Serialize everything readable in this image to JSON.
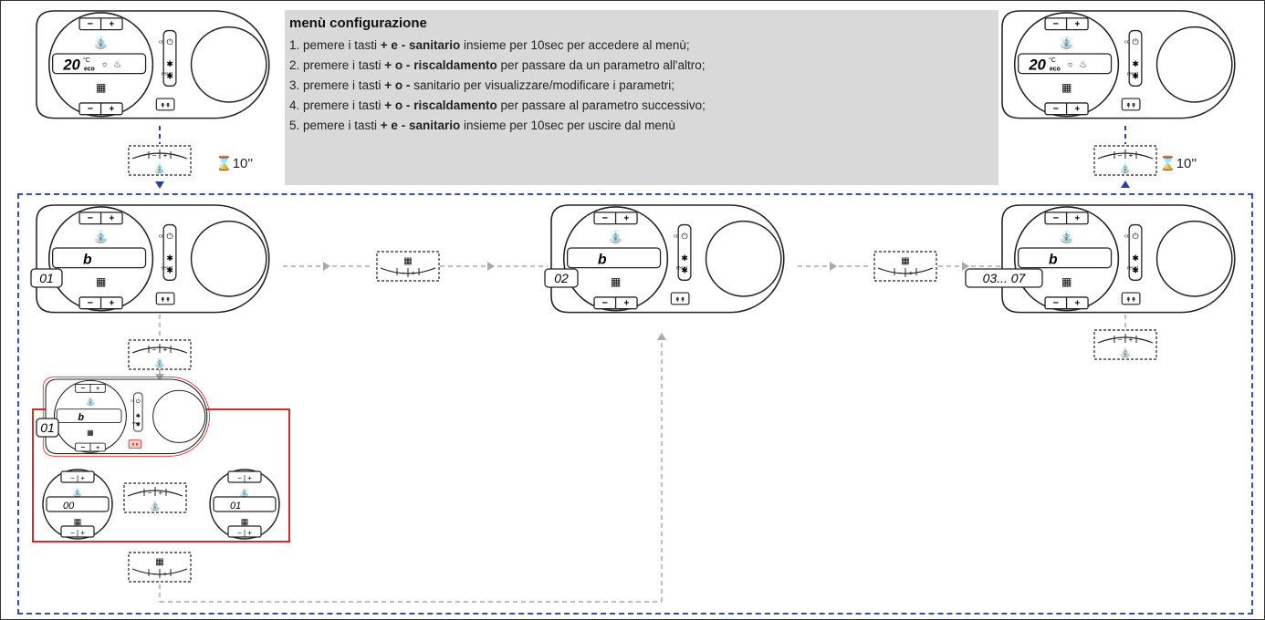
{
  "menu": {
    "title": "menù configurazione",
    "steps": [
      {
        "pre": "1. pemere i tasti ",
        "k1": "+ e -",
        "mid": " ",
        "k2": "sanitario",
        "post": " insieme per 10sec per accedere al menù;"
      },
      {
        "pre": "2. premere i tasti ",
        "k1": "+ o -",
        "mid": " ",
        "k2": "riscaldamento",
        "post": " per passare da un parametro all'altro;"
      },
      {
        "pre": "3. premere i tasti ",
        "k1": "+ o -",
        "mid": " sanitario",
        "k2": "",
        "post": " per visualizzare/modificare i parametri;"
      },
      {
        "pre": "4. premere i tasti ",
        "k1": "+ o -",
        "mid": " ",
        "k2": "riscaldamento",
        "post": " per passare al parametro successivo;"
      },
      {
        "pre": "5. pemere i tasti ",
        "k1": "+ e -",
        "mid": " ",
        "k2": "sanitario",
        "post": " insieme per 10sec per uscire dal menù"
      }
    ]
  },
  "panel": {
    "temp": "20",
    "unit": "°C",
    "eco": "eco",
    "eco_label": "eco",
    "comfort_label": "comfort",
    "reset_label": "reset",
    "param_letter": "b"
  },
  "timer": {
    "enter": "10''",
    "exit": "10''"
  },
  "params": {
    "p1": "01",
    "p2": "02",
    "p3": "03... 07"
  },
  "values": {
    "v0": "00",
    "v1": "01"
  },
  "colors": {
    "dashed_box": "#3a4f9c",
    "red_box": "#d32a2a",
    "info_bg": "#d9d9d9",
    "arrow_blue": "#2a3f9a",
    "arrow_grey": "#aaaaaa"
  }
}
